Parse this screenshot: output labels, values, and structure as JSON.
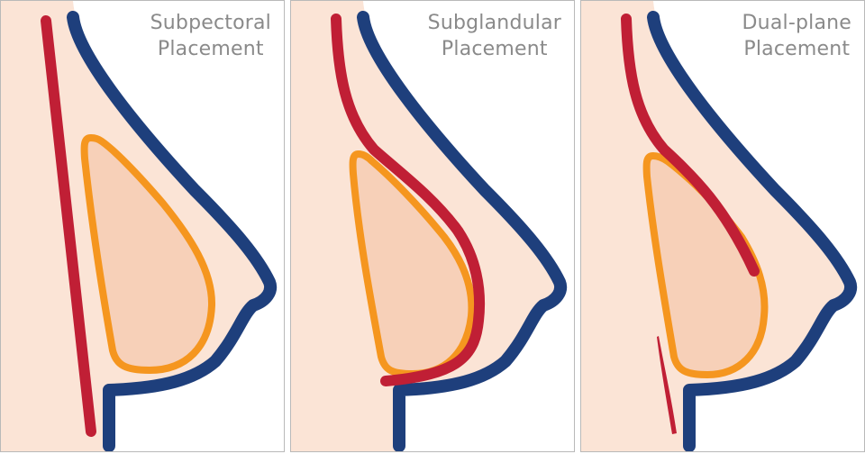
{
  "panels": [
    {
      "title_line1": "Subpectoral",
      "title_line2": "Placement"
    },
    {
      "title_line1": "Subglandular",
      "title_line2": "Placement"
    },
    {
      "title_line1": "Dual-plane",
      "title_line2": "Placement"
    }
  ],
  "colors": {
    "skin": "#fbe4d6",
    "implant_fill": "#f7d0b8",
    "implant_outline": "#f5961f",
    "muscle": "#c01f35",
    "skin_outline": "#1e3f7c"
  }
}
